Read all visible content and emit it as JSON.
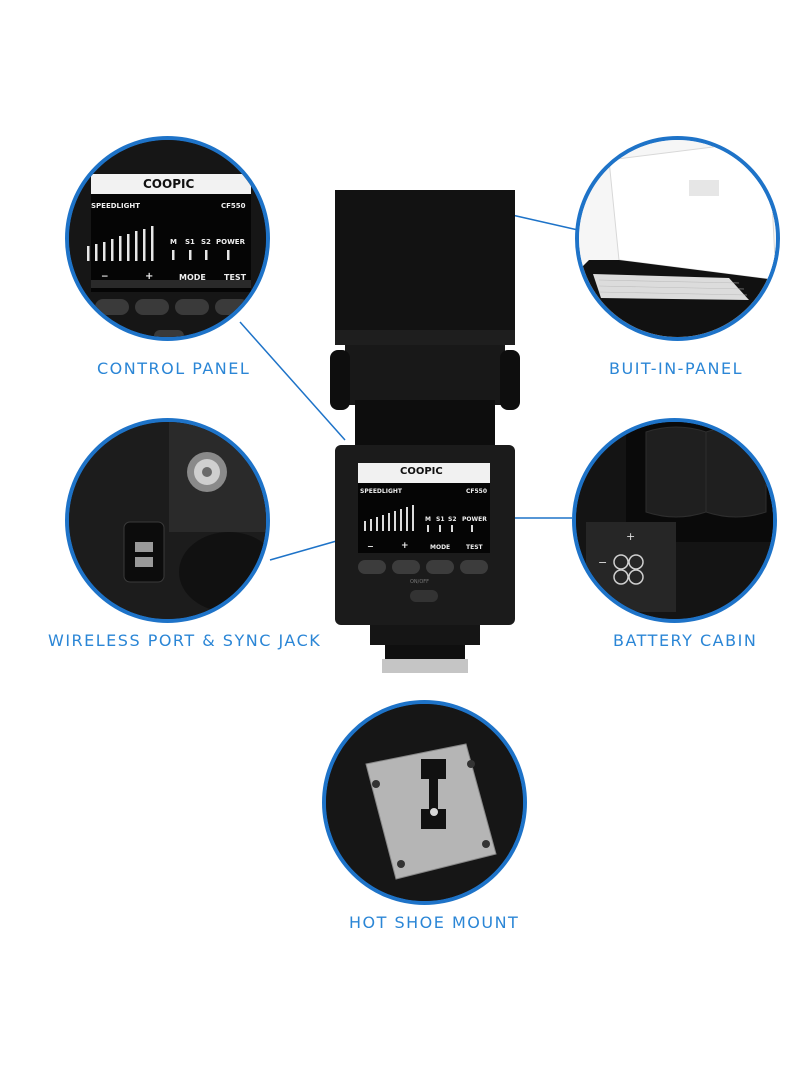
{
  "captions": {
    "control_panel": "CONTROL PANEL",
    "built_in_panel": "BUIT-IN-PANEL",
    "wireless_port": "WIRELESS PORT & SYNC JACK",
    "battery_cabin": "BATTERY CABIN",
    "hot_shoe": "HOT SHOE MOUNT"
  },
  "panel": {
    "brand": "COOPIC",
    "speedlight": "SPEEDLIGHT",
    "model": "CF550",
    "ind_m": "M",
    "ind_s1": "S1",
    "ind_s2": "S2",
    "ind_power": "POWER",
    "btn_minus": "−",
    "btn_plus": "+",
    "btn_mode": "MODE",
    "btn_test": "TEST",
    "switch_label": "ON/OFF"
  },
  "colors": {
    "accent": "#1e73c8",
    "caption": "#2b86d6",
    "body": "#1a1a1a"
  },
  "icons": {
    "battery_plus": "+",
    "battery_minus": "−"
  }
}
